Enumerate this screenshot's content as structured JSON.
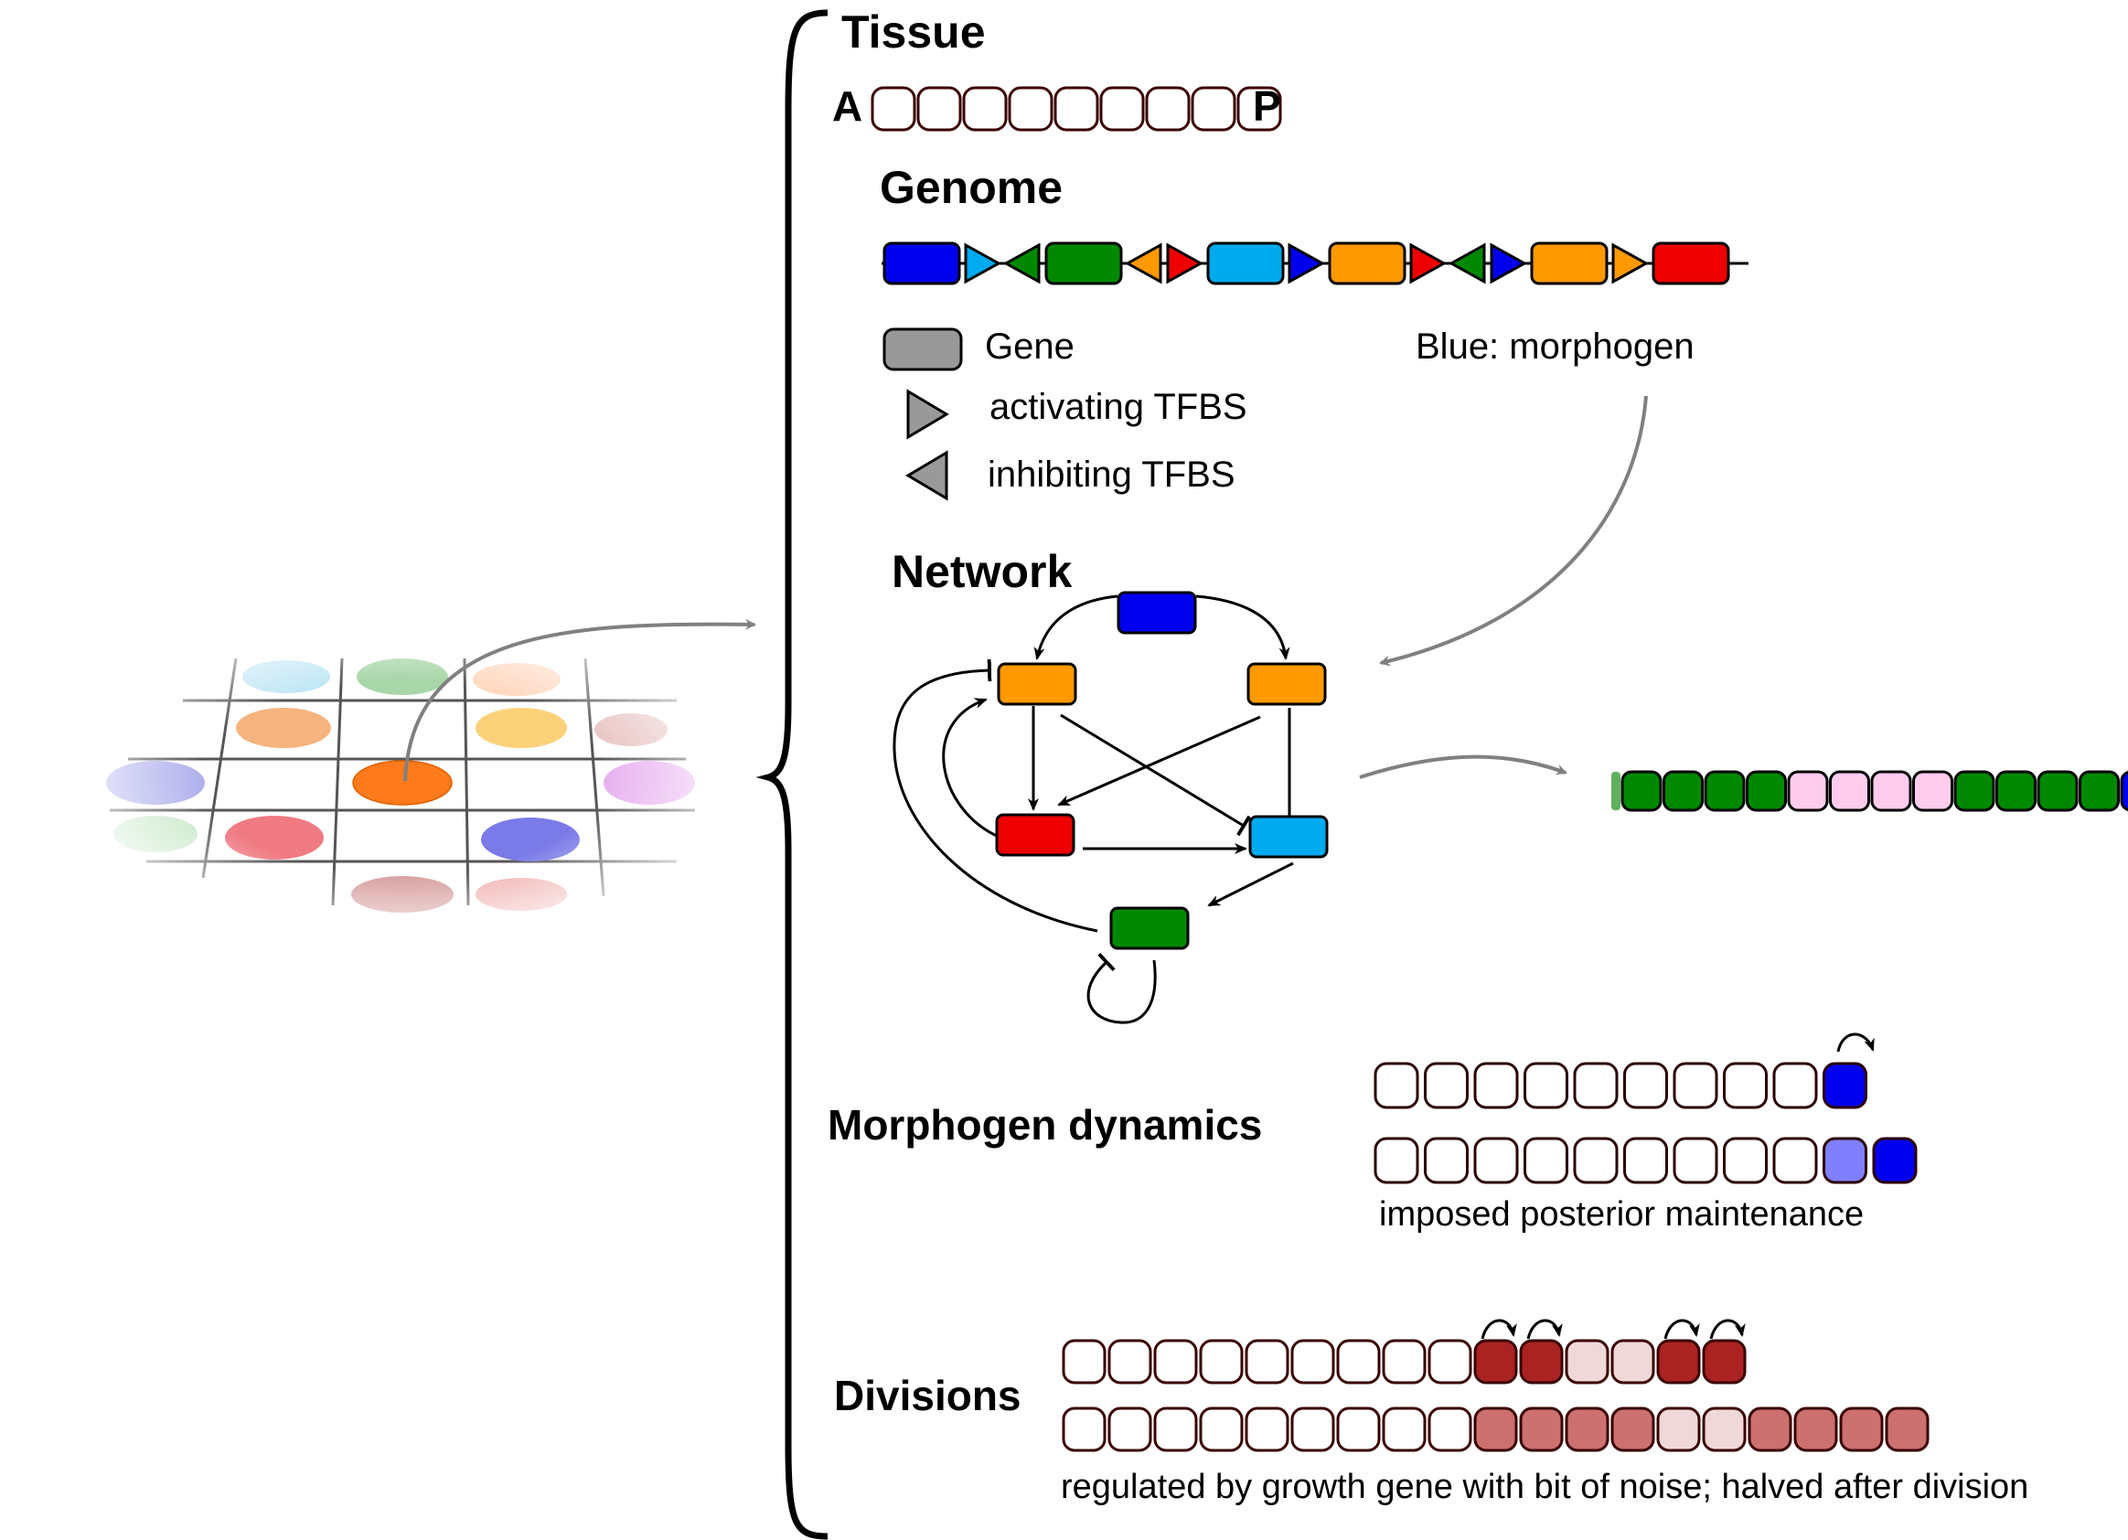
{
  "tissue": {
    "title": "Tissue",
    "anterior_label": "A",
    "posterior_label": "P",
    "cell_count": 9
  },
  "genome": {
    "title": "Genome",
    "elements": [
      {
        "kind": "gene",
        "color": "#0000ee"
      },
      {
        "kind": "act",
        "color": "#00aaee"
      },
      {
        "kind": "inh",
        "color": "#008800"
      },
      {
        "kind": "gene",
        "color": "#008800"
      },
      {
        "kind": "inh",
        "color": "#ff9900"
      },
      {
        "kind": "act",
        "color": "#ee0000"
      },
      {
        "kind": "gene",
        "color": "#00aaee"
      },
      {
        "kind": "act",
        "color": "#0000ee"
      },
      {
        "kind": "gene",
        "color": "#ff9900"
      },
      {
        "kind": "act",
        "color": "#ee0000"
      },
      {
        "kind": "inh",
        "color": "#008800"
      },
      {
        "kind": "act",
        "color": "#0000ee"
      },
      {
        "kind": "gene",
        "color": "#ff9900"
      },
      {
        "kind": "act",
        "color": "#ff9900"
      },
      {
        "kind": "gene",
        "color": "#ee0000"
      }
    ]
  },
  "legend": {
    "gene_label": "Gene",
    "activating_label": "activating TFBS",
    "inhibiting_label": "inhibiting TFBS",
    "morphogen_note": "Blue: morphogen",
    "legend_color": "#999999"
  },
  "network": {
    "title": "Network",
    "nodes": [
      {
        "id": "blue",
        "color": "#0000ee"
      },
      {
        "id": "orange-left",
        "color": "#ff9900"
      },
      {
        "id": "orange-right",
        "color": "#ff9900"
      },
      {
        "id": "red",
        "color": "#ee0000"
      },
      {
        "id": "cyan",
        "color": "#00aaee"
      },
      {
        "id": "green",
        "color": "#008800"
      }
    ]
  },
  "output_pattern": {
    "cells": [
      "#008800",
      "#008800",
      "#008800",
      "#008800",
      "#ffccee",
      "#ffccee",
      "#ffccee",
      "#ffccee",
      "#008800",
      "#008800",
      "#008800",
      "#008800",
      "#0000ee"
    ]
  },
  "morphogen": {
    "title": "Morphogen dynamics",
    "row1": [
      "#ffffff",
      "#ffffff",
      "#ffffff",
      "#ffffff",
      "#ffffff",
      "#ffffff",
      "#ffffff",
      "#ffffff",
      "#ffffff",
      "#0000ee"
    ],
    "row2": [
      "#ffffff",
      "#ffffff",
      "#ffffff",
      "#ffffff",
      "#ffffff",
      "#ffffff",
      "#ffffff",
      "#ffffff",
      "#ffffff",
      "#8080ff",
      "#0000ee"
    ],
    "caption": "imposed posterior maintenance"
  },
  "divisions": {
    "title": "Divisions",
    "row1": [
      "#ffffff",
      "#ffffff",
      "#ffffff",
      "#ffffff",
      "#ffffff",
      "#ffffff",
      "#ffffff",
      "#ffffff",
      "#ffffff",
      "#aa2222",
      "#aa2222",
      "#f0d8d8",
      "#f0d8d8",
      "#aa2222",
      "#aa2222"
    ],
    "row1_dividing": [
      9,
      10,
      13,
      14
    ],
    "row2": [
      "#ffffff",
      "#ffffff",
      "#ffffff",
      "#ffffff",
      "#ffffff",
      "#ffffff",
      "#ffffff",
      "#ffffff",
      "#ffffff",
      "#cc7070",
      "#cc7070",
      "#cc7070",
      "#cc7070",
      "#f0d8d8",
      "#f0d8d8",
      "#cc7070",
      "#cc7070",
      "#cc7070",
      "#cc7070"
    ],
    "caption": "regulated by growth gene with bit of noise; halved after division"
  },
  "grid": {
    "blobs": [
      {
        "color": "#bfe6f5"
      },
      {
        "color": "#a8d6a8"
      },
      {
        "color": "#ffd8c0"
      },
      {
        "color": "#f7b37e"
      },
      {
        "color": "#fbd27a"
      },
      {
        "color": "#e8c0c0"
      },
      {
        "color": "#b0b0ee"
      },
      {
        "color": "#ff7a1a"
      },
      {
        "color": "#e8b0f0"
      },
      {
        "color": "#c8e8c8"
      },
      {
        "color": "#f07a82"
      },
      {
        "color": "#7a7ae8"
      },
      {
        "color": "#d8a0a0"
      },
      {
        "color": "#f0b0b0"
      }
    ]
  }
}
